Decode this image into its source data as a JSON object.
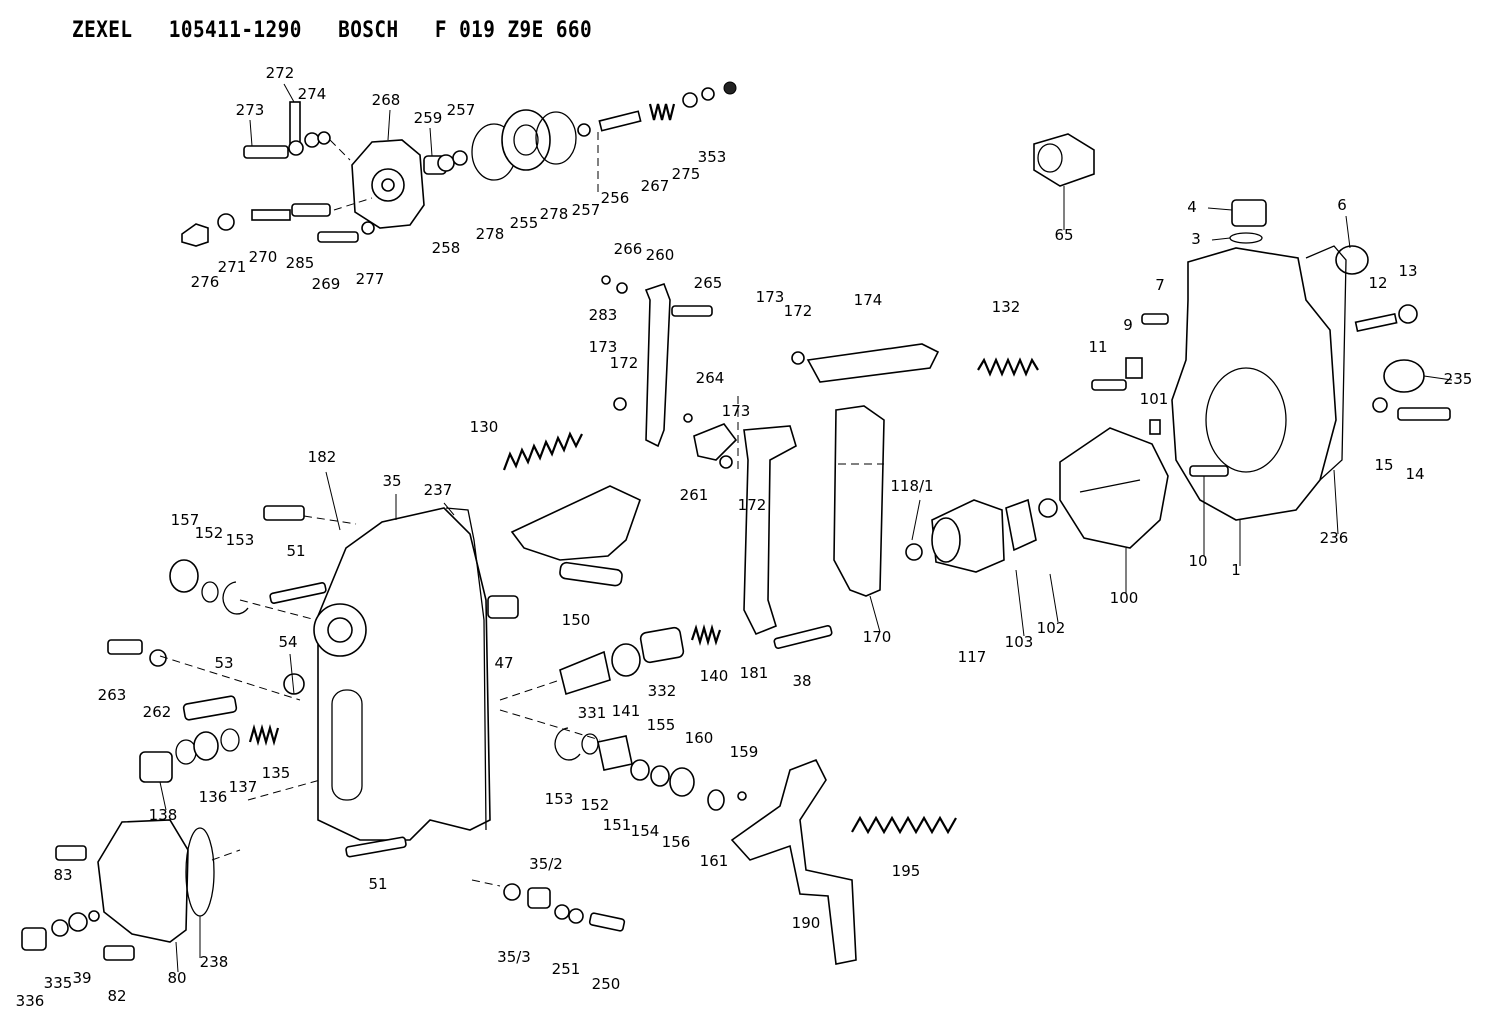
{
  "title": "ZEXEL   105411-1290   BOSCH   F 019 Z9E 660",
  "callouts": [
    "272",
    "273",
    "274",
    "268",
    "259",
    "257",
    "276",
    "271",
    "270",
    "285",
    "269",
    "277",
    "258",
    "278",
    "255",
    "278",
    "257",
    "256",
    "267",
    "275",
    "353",
    "65",
    "4",
    "3",
    "6",
    "7",
    "12",
    "13",
    "9",
    "11",
    "235",
    "101",
    "15",
    "14",
    "10",
    "1",
    "236",
    "266",
    "260",
    "265",
    "283",
    "173",
    "172",
    "264",
    "174",
    "173",
    "172",
    "132",
    "130",
    "173",
    "261",
    "172",
    "182",
    "35",
    "237",
    "157",
    "152",
    "153",
    "51",
    "47",
    "150",
    "118/1",
    "100",
    "117",
    "103",
    "102",
    "170",
    "263",
    "262",
    "54",
    "53",
    "141",
    "332",
    "140",
    "181",
    "38",
    "331",
    "155",
    "160",
    "159",
    "153",
    "152",
    "151",
    "154",
    "156",
    "161",
    "138",
    "136",
    "137",
    "135",
    "83",
    "51",
    "195",
    "190",
    "35/2",
    "336",
    "335",
    "39",
    "82",
    "80",
    "238",
    "35/3",
    "251",
    "250"
  ]
}
